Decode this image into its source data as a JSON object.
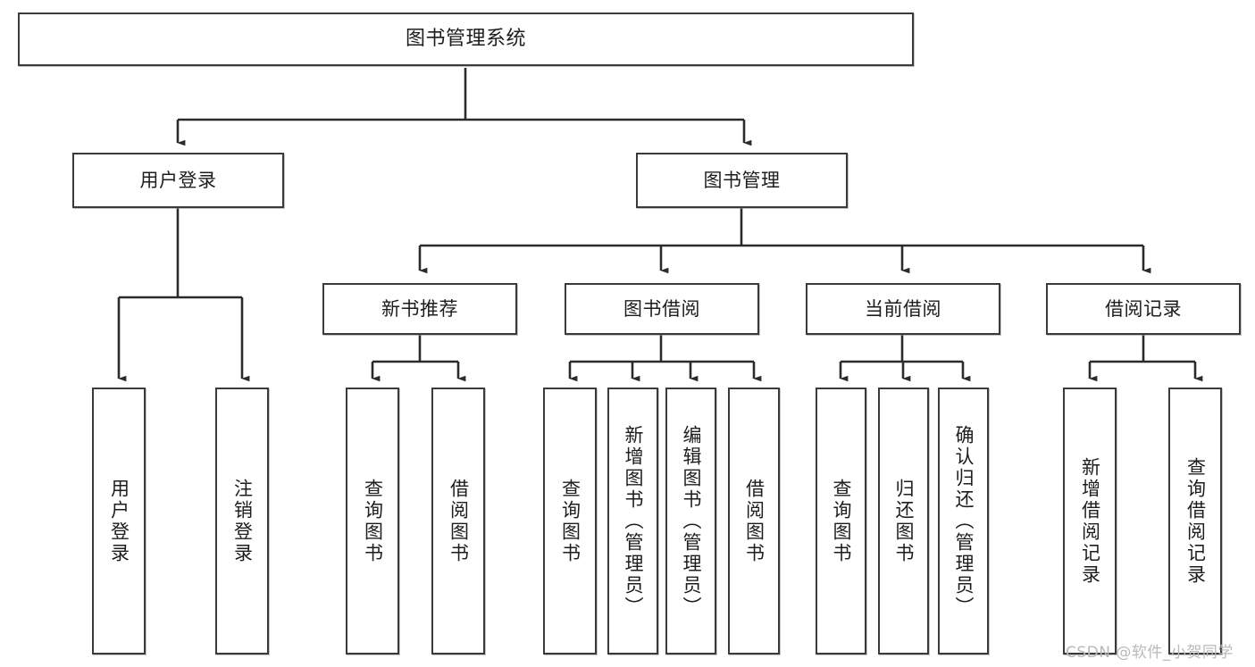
{
  "diagram": {
    "title": "图书管理系统",
    "type": "tree-hierarchy",
    "root": {
      "label": "图书管理系统"
    },
    "level2": [
      {
        "label": "用户登录"
      },
      {
        "label": "图书管理"
      }
    ],
    "level3": [
      {
        "label": "新书推荐"
      },
      {
        "label": "图书借阅"
      },
      {
        "label": "当前借阅"
      },
      {
        "label": "借阅记录"
      }
    ],
    "leaves": {
      "user_login": [
        {
          "label": "用户登录"
        },
        {
          "label": "注销登录"
        }
      ],
      "new_book_recommend": [
        {
          "label": "查询图书"
        },
        {
          "label": "借阅图书"
        }
      ],
      "book_borrow": [
        {
          "label": "查询图书"
        },
        {
          "label": "新增图书（管理员）"
        },
        {
          "label": "编辑图书（管理员）"
        },
        {
          "label": "借阅图书"
        }
      ],
      "current_borrow": [
        {
          "label": "查询图书"
        },
        {
          "label": "归还图书"
        },
        {
          "label": "确认归还（管理员）"
        }
      ],
      "borrow_record": [
        {
          "label": "新增借阅记录"
        },
        {
          "label": "查询借阅记录"
        }
      ]
    }
  },
  "watermark": {
    "text": "CSDN @软件_小贺同学"
  },
  "colors": {
    "border": "#3a3a3a",
    "text": "#1d1d1d",
    "background": "#ffffff",
    "watermark": "#b9b9b9"
  }
}
